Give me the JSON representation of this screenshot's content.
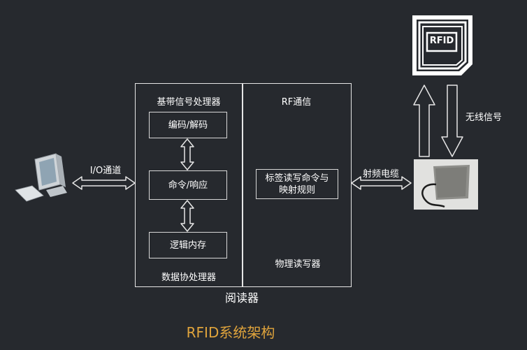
{
  "diagram": {
    "host_link_label": "I/O通道",
    "antenna_link_label": "射频电缆",
    "wireless_label": "无线信号",
    "reader": {
      "baseband_title": "基带信号处理器",
      "rf_title": "RF通信",
      "codec_label": "编码/解码",
      "command_label": "命令/响应",
      "logic_memory_label": "逻辑内存",
      "data_coprocessor_label": "数据协处理器",
      "tag_command_label": "标签读写命令与\n映射规则",
      "physical_reader_label": "物理读写器",
      "reader_label": "阅读器"
    },
    "tag_label": "RFID",
    "caption": "RFID系统架构"
  },
  "colors": {
    "background": "#26292e",
    "line": "#e6e6e6",
    "caption": "#e0a43c"
  }
}
